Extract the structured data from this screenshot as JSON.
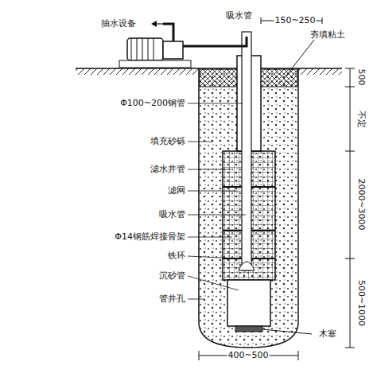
{
  "diagram": {
    "labels": [
      "抽水设备",
      "吸水管",
      "150~250",
      "夯填粘土",
      "500",
      "不定",
      "2000~3000",
      "500~1000",
      "Φ100~200钢管",
      "填充砂砾",
      "滤水井管",
      "滤网",
      "吸水管",
      "Φ14钢筋焊接骨架",
      "铁环",
      "沉砂管",
      "管井孔",
      "400~500",
      "木塞"
    ]
  }
}
